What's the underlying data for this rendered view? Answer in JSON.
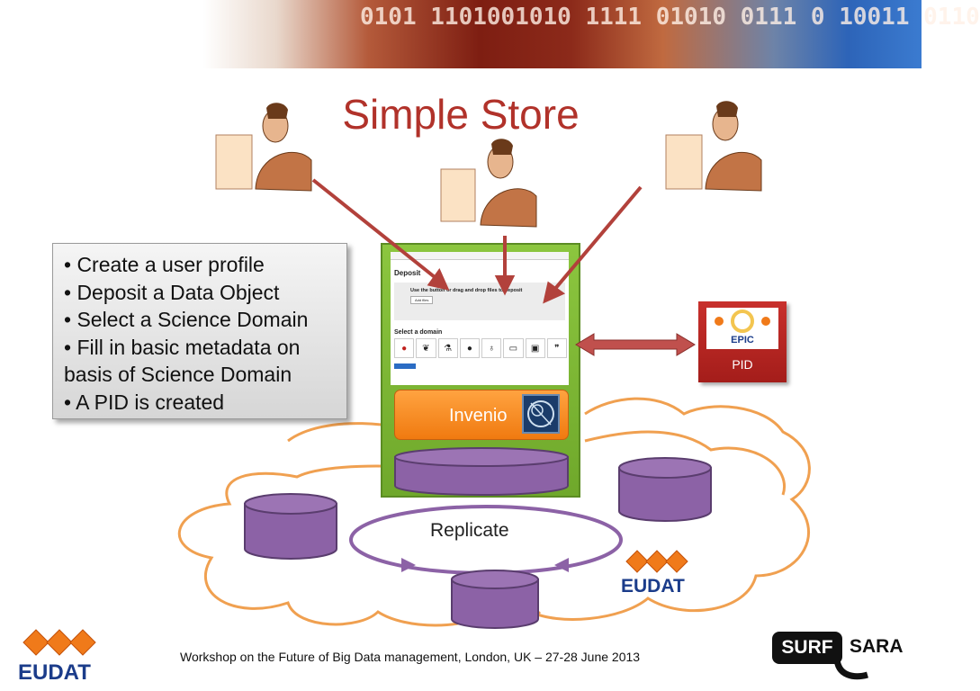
{
  "banner": {
    "binary_text": "0101 1101001010 1111 01010 0111 0 10011 0110"
  },
  "title": "Simple Store",
  "bullets": {
    "items": [
      "• Create a user profile",
      "• Deposit a Data Object",
      "• Select a Science Domain",
      "• Fill in basic metadata on basis of Science Domain",
      "• A PID is created"
    ]
  },
  "deposit_screen": {
    "heading": "Deposit",
    "drop_text": "Use the button or drag and drop files to deposit",
    "add_button": "Add files",
    "select_domain": "Select a domain"
  },
  "invenio": {
    "label": "Invenio"
  },
  "epic": {
    "logo_text": "EPIC",
    "pid_label": "PID"
  },
  "replicate_label": "Replicate",
  "eudat_logo_text": "EUDAT",
  "footer": "Workshop on the Future of Big Data management, London, UK – 27-28 June 2013",
  "surfsara": {
    "surf": "SURF",
    "sara": "SARA"
  },
  "colors": {
    "title": "#b1322a",
    "arrow": "#b2413b",
    "cylinder": "#8c62a6",
    "cloud": "#f0a050",
    "ring": "#8c62a6",
    "green_panel": "#7ab535"
  }
}
